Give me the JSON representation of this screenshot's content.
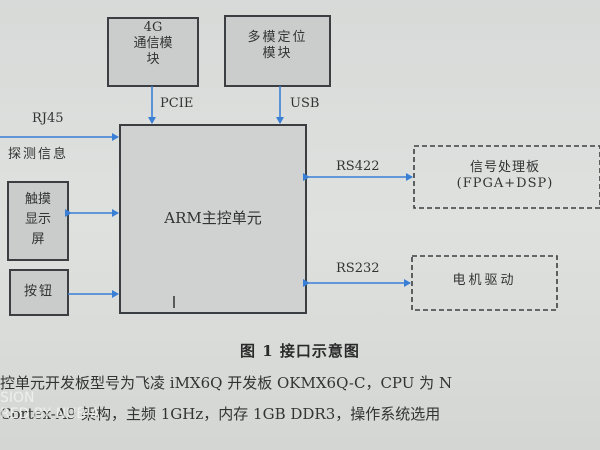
{
  "boxes": {
    "comm_4g": "4G\n通信模\n块",
    "multi_mode_positioning": "多模定位\n模块",
    "arm_main_control": "ARM主控单元",
    "signal_processing": "信号处理板\n(FPGA+DSP)",
    "motor_drive": "电机驱动",
    "touch_screen": "触摸\n显示\n屏",
    "button": "按钮"
  },
  "labels": {
    "pcie": "PCIE",
    "usb": "USB",
    "rj45": "RJ45",
    "probe_info": "探测信息",
    "rs422": "RS422",
    "rs232": "RS232"
  },
  "caption": "图 1 接口示意图",
  "body_lines": [
    "控单元开发板型号为飞凌 iMX6Q 开发板 OKMX6Q-C，CPU 为 N",
    " Cortex-A9 架构，主频 1GHz，内存 1GB DDR3，操作系统选用"
  ],
  "watermark": [
    "SION",
    "RED BY NUBIA"
  ],
  "colors": {
    "line": "#3c3f42",
    "arrow": "#3a7fd6",
    "box_fill": "#c9cccb"
  }
}
